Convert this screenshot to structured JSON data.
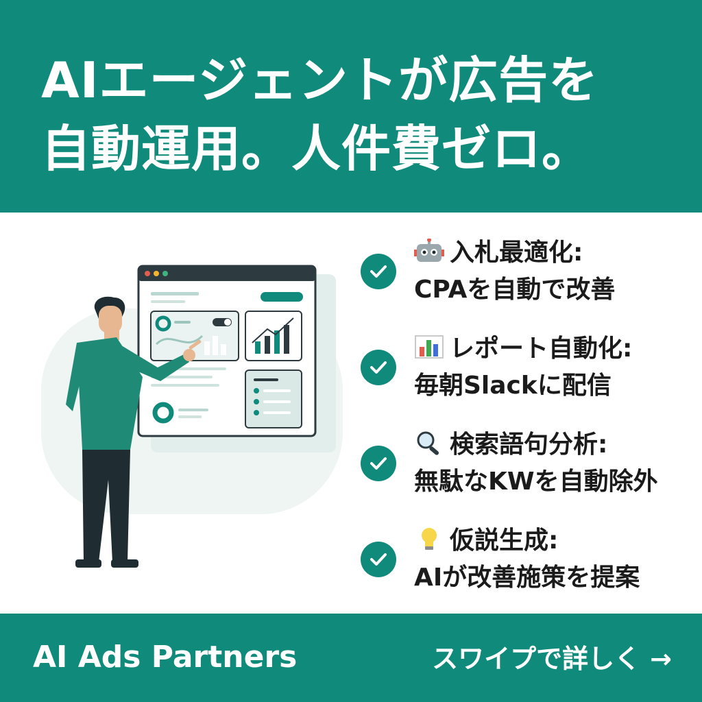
{
  "header": {
    "headline_line1": "AIエージェントが広告を",
    "headline_line2": "自動運用。人件費ゼロ。"
  },
  "features": [
    {
      "icon": "robot-icon",
      "title": "入札最適化:",
      "description": "CPAを自動で改善"
    },
    {
      "icon": "bar-chart-icon",
      "title": "レポート自動化:",
      "description": "毎朝Slackに配信"
    },
    {
      "icon": "magnifier-icon",
      "title": "検索語句分析:",
      "description": "無駄なKWを自動除外"
    },
    {
      "icon": "lightbulb-icon",
      "title": "仮説生成:",
      "description": "AIが改善施策を提案"
    }
  ],
  "footer": {
    "brand": "AI Ads Partners",
    "cta": "スワイプで詳しく",
    "cta_arrow": "→"
  },
  "colors": {
    "brand": "#0f8a7b",
    "text": "#1b1b1b",
    "background": "#ffffff"
  }
}
